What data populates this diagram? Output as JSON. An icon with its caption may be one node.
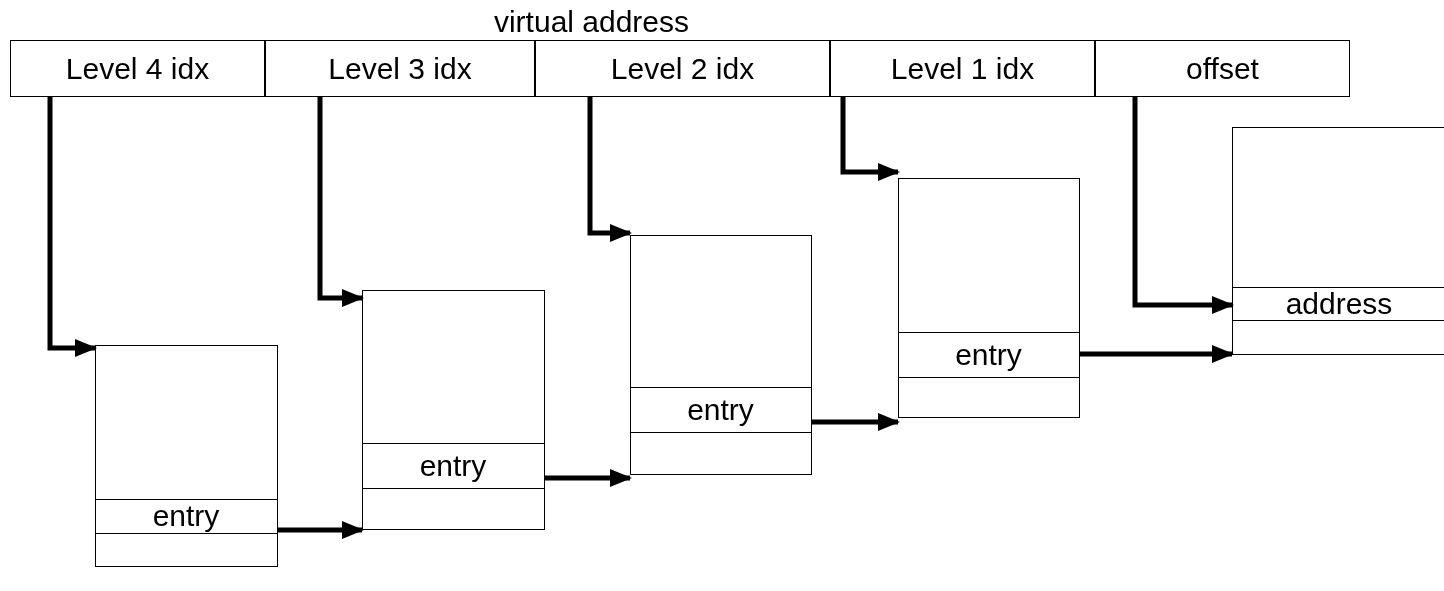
{
  "diagram": {
    "title": "virtual address",
    "nodes": [
      {
        "text": [
          "Level 4 idx"
        ]
      },
      {
        "text": [
          "Level 3 idx"
        ]
      },
      {
        "text": [
          "Level 2 idx"
        ]
      },
      {
        "text": [
          "Level 1 idx"
        ]
      },
      {
        "text": [
          "offset"
        ]
      },
      {
        "text": [],
        "shape": "box"
      },
      {
        "text": [
          "entry"
        ],
        "in": 5
      },
      {
        "text": [],
        "shape": "box"
      },
      {
        "text": [
          "entry"
        ],
        "in": 7
      },
      {
        "text": [],
        "shape": "box"
      },
      {
        "text": [
          "entry"
        ],
        "in": 9
      },
      {
        "text": [],
        "shape": "box"
      },
      {
        "text": [
          "entry"
        ],
        "in": 11
      },
      {
        "text": [],
        "shape": "box"
      },
      {
        "text": [
          "address"
        ],
        "in": 13
      }
    ],
    "edges": [
      {
        "from": 0,
        "to": 5,
        "arrow": "to"
      },
      {
        "from": 1,
        "to": 7,
        "arrow": "to"
      },
      {
        "from": 2,
        "to": 9,
        "arrow": "to"
      },
      {
        "from": 3,
        "to": 11,
        "arrow": "to"
      },
      {
        "from": 4,
        "to": 14,
        "arrow": "to"
      },
      {
        "from": 6,
        "to": 7,
        "arrow": "to"
      },
      {
        "from": 8,
        "to": 9,
        "arrow": "to"
      },
      {
        "from": 10,
        "to": 11,
        "arrow": "to"
      },
      {
        "from": 12,
        "to": 13,
        "arrow": "to"
      }
    ]
  }
}
